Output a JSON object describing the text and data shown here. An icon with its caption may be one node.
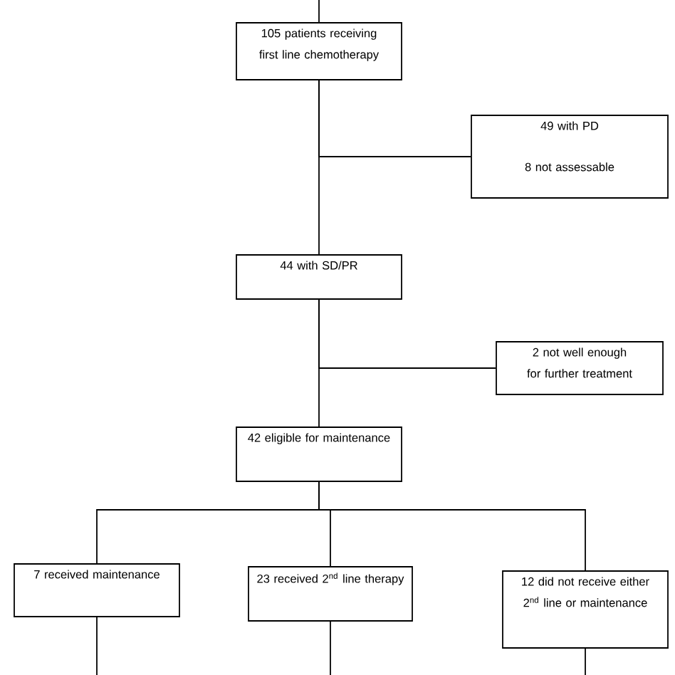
{
  "diagram": {
    "nodes": [
      {
        "text": [
          "105 patients receiving first line chemotherapy"
        ]
      },
      {
        "text": [
          "49 with PD",
          "8 not assessable"
        ]
      },
      {
        "text": [
          "44 with SD/PR"
        ]
      },
      {
        "text": [
          "2 not well enough for further treatment"
        ]
      },
      {
        "text": [
          "42 eligible for maintenance"
        ]
      },
      {
        "text": [
          "7 received maintenance"
        ]
      },
      {
        "text": [
          "23 received 2$^{nd}$ line therapy"
        ]
      },
      {
        "text": [
          "12 did not receive either 2$^{nd}$ line or maintenance"
        ]
      }
    ],
    "edges": [
      {
        "from": null,
        "to": 0,
        "arrow": "none"
      },
      {
        "from": 0,
        "to": 1,
        "arrow": "none"
      },
      {
        "from": 0,
        "to": 2,
        "arrow": "none"
      },
      {
        "from": 2,
        "to": 3,
        "arrow": "none"
      },
      {
        "from": 2,
        "to": 4,
        "arrow": "none"
      },
      {
        "from": 4,
        "to": 5,
        "arrow": "none"
      },
      {
        "from": 4,
        "to": 6,
        "arrow": "none"
      },
      {
        "from": 4,
        "to": 7,
        "arrow": "none"
      },
      {
        "from": 5,
        "to": null,
        "arrow": "none"
      },
      {
        "from": 6,
        "to": null,
        "arrow": "none"
      },
      {
        "from": 7,
        "to": null,
        "arrow": "none"
      }
    ]
  }
}
